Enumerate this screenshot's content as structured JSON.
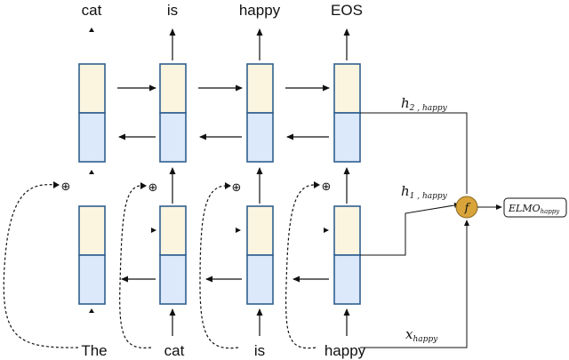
{
  "outputs": [
    "cat",
    "is",
    "happy",
    "EOS"
  ],
  "inputs": [
    "The",
    "cat",
    "is",
    "happy"
  ],
  "concat_symbol": "⊕",
  "labels": {
    "h2_main": "h",
    "h2_sub": "2 , happy",
    "h1_main": "h",
    "h1_sub": "1 , happy",
    "x_main": "x",
    "x_sub": "happy",
    "f_symbol": "f",
    "elmo_main": "ELMO",
    "elmo_sub": "happy"
  },
  "colors": {
    "top_half": "#FBF5E0",
    "bottom_half": "#DCE9FB",
    "cell_border": "#2F5F8F",
    "combiner_fill": "#D9A43A"
  }
}
